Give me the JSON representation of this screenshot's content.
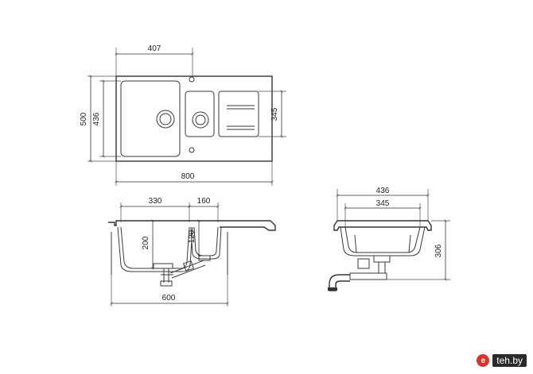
{
  "diagram": {
    "top_view": {
      "dim_basin_width": "407",
      "dim_total_depth": "500",
      "dim_basin_depth": "436",
      "dim_drainer_depth": "345",
      "dim_total_width": "800"
    },
    "front_view": {
      "dim_main_bowl": "330",
      "dim_small_bowl": "160",
      "dim_main_depth": "200",
      "dim_small_depth": "120",
      "dim_cabinet": "600"
    },
    "side_view": {
      "dim_outer": "436",
      "dim_inner": "345",
      "dim_height": "306"
    }
  },
  "watermark": {
    "badge": "e",
    "text": "teh.by"
  }
}
